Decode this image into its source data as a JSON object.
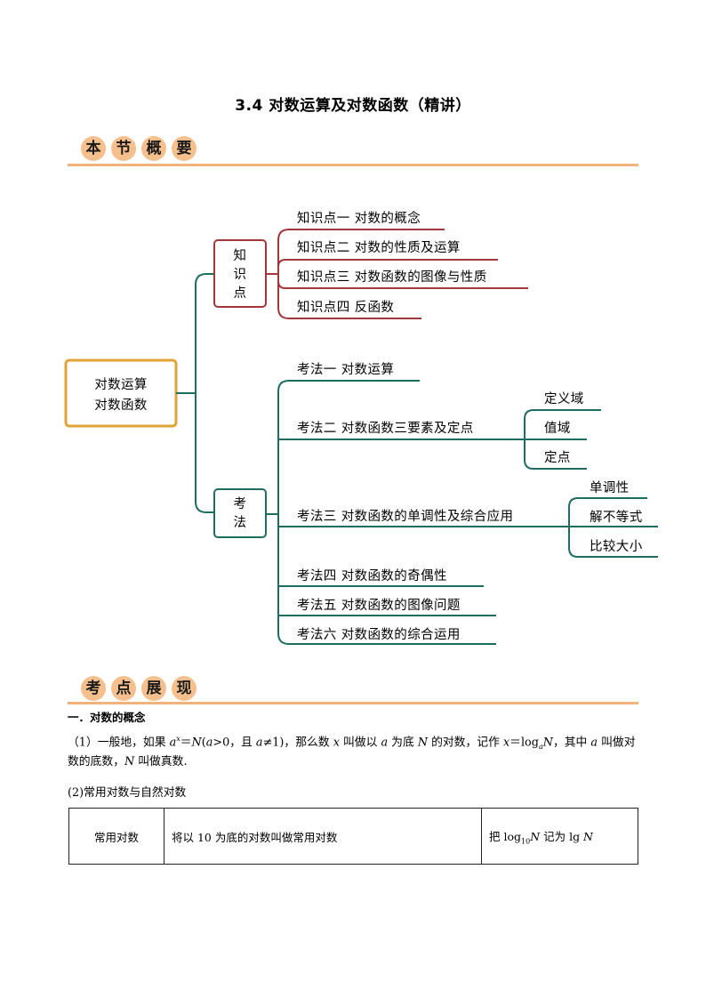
{
  "title": "3.4  对数运算及对数函数（精讲）",
  "section1": {
    "chars": [
      "本",
      "节",
      "概",
      "要"
    ]
  },
  "section2": {
    "chars": [
      "考",
      "点",
      "展",
      "现"
    ]
  },
  "mindmap": {
    "root": [
      "对数运算",
      "对数函数"
    ],
    "knowledge_box": [
      "知",
      "识",
      "点"
    ],
    "knowledge_items": [
      "知识点一  对数的概念",
      "知识点二  对数的性质及运算",
      "知识点三  对数函数的图像与性质",
      "知识点四  反函数"
    ],
    "method_box": [
      "考",
      "法"
    ],
    "method_items": [
      "考法一  对数运算",
      "考法二  对数函数三要素及定点",
      "考法三  对数函数的单调性及综合应用",
      "考法四  对数函数的奇偶性",
      "考法五  对数函数的图像问题",
      "考法六  对数函数的综合运用"
    ],
    "method2_sub": [
      "定义域",
      "值域",
      "定点"
    ],
    "method3_sub": [
      "单调性",
      "解不等式",
      "比较大小"
    ],
    "colors": {
      "knowledge": "#a2363c",
      "method": "#1e6c63",
      "root_border": "#e2a23a"
    }
  },
  "content": {
    "heading1": "一．对数的概念",
    "para1_parts": {
      "p1": "（1）一般地，如果 ",
      "a1": "a",
      "x1": "x",
      "p2": "＝",
      "N1": "N",
      "p3": "(",
      "a2": "a",
      "p4": ">0，且 ",
      "a3": "a",
      "p5": "≠1)，那么数 ",
      "x2": "x",
      "p6": " 叫做以 ",
      "a4": "a",
      "p7": " 为底 ",
      "N2": "N",
      "p8": " 的对数，记作 ",
      "x3": "x",
      "p9": "＝log",
      "a5": "a",
      "N3": "N",
      "p10": "，其中 ",
      "a6": "a",
      "p11": " 叫做对"
    },
    "para1_line2": {
      "p1": "数的底数，",
      "N": "N",
      "p2": " 叫做真数."
    },
    "subheading2": "(2)常用对数与自然对数",
    "table": {
      "c1": "常用对数",
      "c2": "将以 10 为底的对数叫做常用对数",
      "c3_p1": "把 log",
      "c3_sub": "10",
      "c3_N": "N",
      "c3_p2": " 记为 lg ",
      "c3_N2": "N"
    }
  }
}
